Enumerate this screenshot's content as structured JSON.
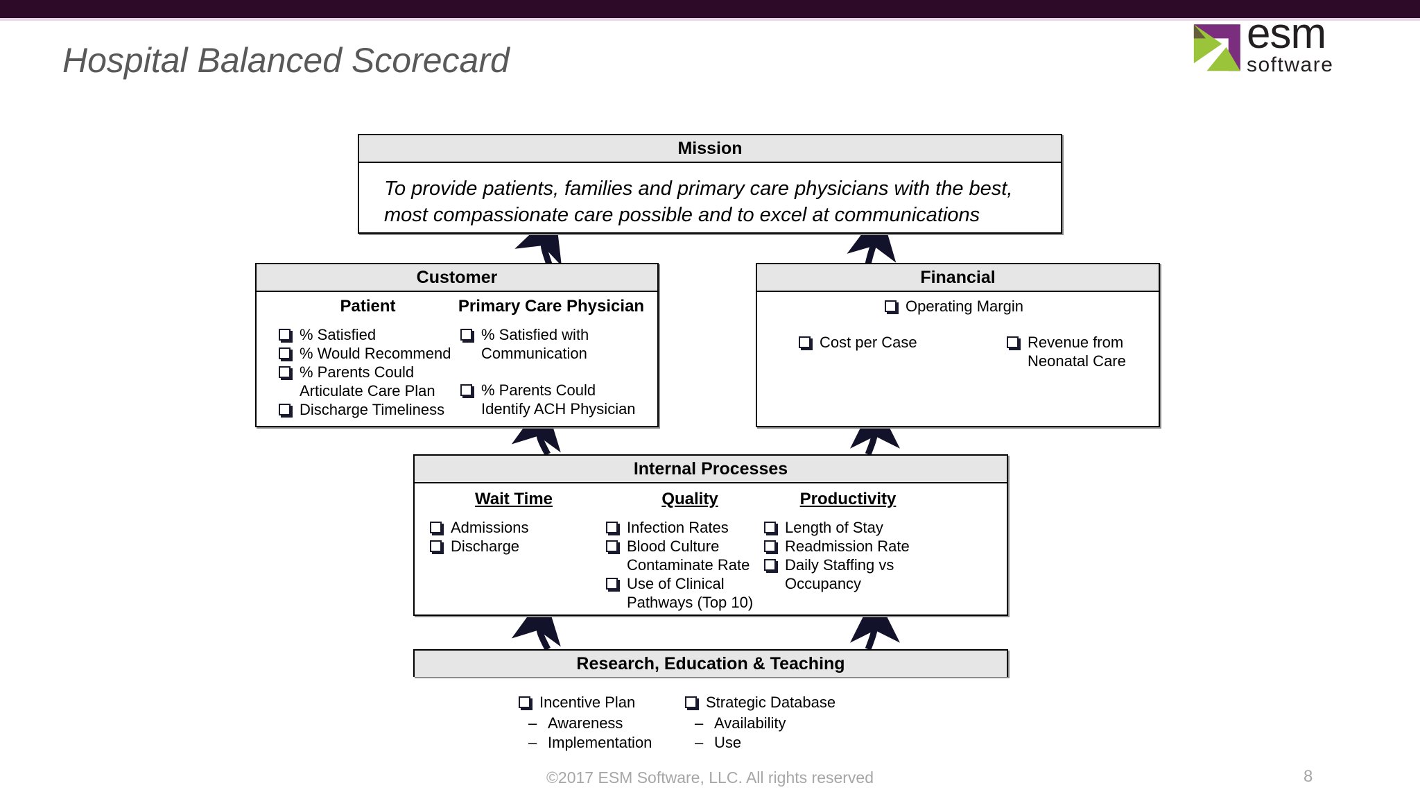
{
  "slide": {
    "title": "Hospital Balanced Scorecard",
    "page_number": "8",
    "copyright": "©2017 ESM Software, LLC.  All rights reserved",
    "accent_dark": "#2d0a28",
    "accent_light": "#e9d7ea",
    "header_fill": "#e7e6e6"
  },
  "logo": {
    "name": "esm-software-logo",
    "word_primary": "esm",
    "word_secondary": "software",
    "mark_purple": "#7b2d7e",
    "mark_green": "#9ac43a",
    "mark_dark": "#3d0a3a"
  },
  "mission": {
    "header": "Mission",
    "body": "To provide patients, families and primary care physicians with the best, most compassionate care possible and to excel at communications"
  },
  "customer": {
    "header": "Customer",
    "columns": [
      {
        "heading": "Patient",
        "underline": false,
        "items": [
          {
            "text": "% Satisfied",
            "gap": false
          },
          {
            "text": "% Would Recommend",
            "gap": false
          },
          {
            "text": "% Parents Could Articulate Care Plan",
            "gap": false
          },
          {
            "text": "Discharge Timeliness",
            "gap": false
          }
        ]
      },
      {
        "heading": "Primary Care Physician",
        "underline": false,
        "items": [
          {
            "text": "% Satisfied with Communication",
            "gap": false
          },
          {
            "text": "% Parents Could Identify ACH Physician",
            "gap": true
          }
        ]
      }
    ]
  },
  "financial": {
    "header": "Financial",
    "operating_margin": "Operating Margin",
    "cost_per_case": "Cost per Case",
    "revenue_neonatal": "Revenue from Neonatal Care"
  },
  "internal": {
    "header": "Internal Processes",
    "columns": [
      {
        "heading": "Wait Time",
        "underline": true,
        "items": [
          {
            "text": "Admissions",
            "gap": false
          },
          {
            "text": "Discharge",
            "gap": false
          }
        ]
      },
      {
        "heading": "Quality",
        "underline": true,
        "items": [
          {
            "text": "Infection Rates",
            "gap": false
          },
          {
            "text": "Blood Culture Contaminate Rate",
            "gap": false
          },
          {
            "text": "Use of Clinical Pathways (Top 10)",
            "gap": false
          }
        ]
      },
      {
        "heading": "Productivity",
        "underline": true,
        "items": [
          {
            "text": "Length of Stay",
            "gap": false
          },
          {
            "text": "Readmission Rate",
            "gap": false
          },
          {
            "text": "Daily Staffing vs Occupancy",
            "gap": false
          }
        ]
      }
    ]
  },
  "research": {
    "header": "Research, Education & Teaching",
    "columns": [
      {
        "item": "Incentive Plan",
        "subitems": [
          "Awareness",
          "Implementation"
        ]
      },
      {
        "item": "Strategic Database",
        "subitems": [
          "Availability",
          "Use"
        ]
      }
    ]
  },
  "arrows": {
    "color": "#12122b",
    "connections": [
      {
        "from": "customer",
        "to": "mission"
      },
      {
        "from": "financial",
        "to": "mission"
      },
      {
        "from": "internal-processes",
        "to": "customer"
      },
      {
        "from": "internal-processes",
        "to": "financial"
      },
      {
        "from": "research",
        "to": "internal-processes-left"
      },
      {
        "from": "research",
        "to": "internal-processes-right"
      }
    ]
  }
}
